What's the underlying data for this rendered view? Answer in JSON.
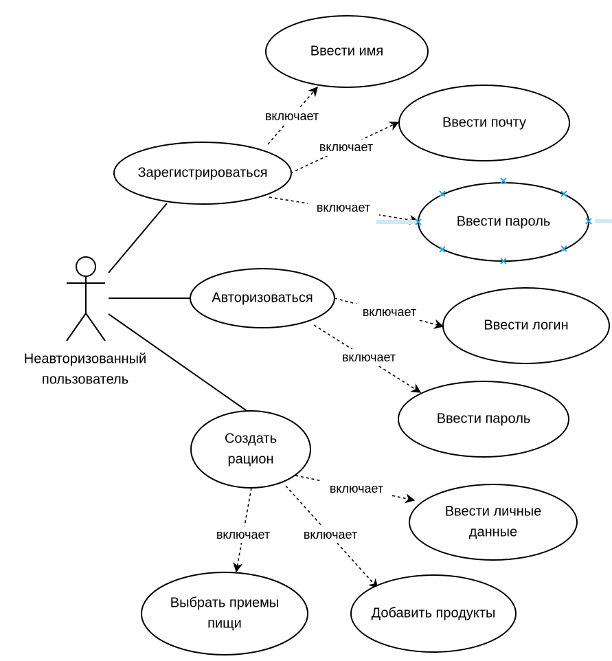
{
  "actor": {
    "label_line1": "Неавторизованный",
    "label_line2": "пользователь"
  },
  "use_cases": {
    "register": {
      "lines": [
        "Зарегистрироваться"
      ]
    },
    "authorize": {
      "lines": [
        "Авторизоваться"
      ]
    },
    "create_ration": {
      "lines": [
        "Создать",
        "рацион"
      ]
    },
    "enter_name": {
      "lines": [
        "Ввести имя"
      ]
    },
    "enter_email": {
      "lines": [
        "Ввести почту"
      ]
    },
    "enter_password_reg": {
      "lines": [
        "Ввести пароль"
      ]
    },
    "enter_login": {
      "lines": [
        "Ввести логин"
      ]
    },
    "enter_password_auth": {
      "lines": [
        "Ввести пароль"
      ]
    },
    "enter_personal_data": {
      "lines": [
        "Ввести личные",
        "данные"
      ]
    },
    "choose_meals": {
      "lines": [
        "Выбрать приемы",
        "пищи"
      ]
    },
    "add_products": {
      "lines": [
        "Добавить продукты"
      ]
    }
  },
  "include_label": "включает",
  "selection_color": "#29a8e0"
}
